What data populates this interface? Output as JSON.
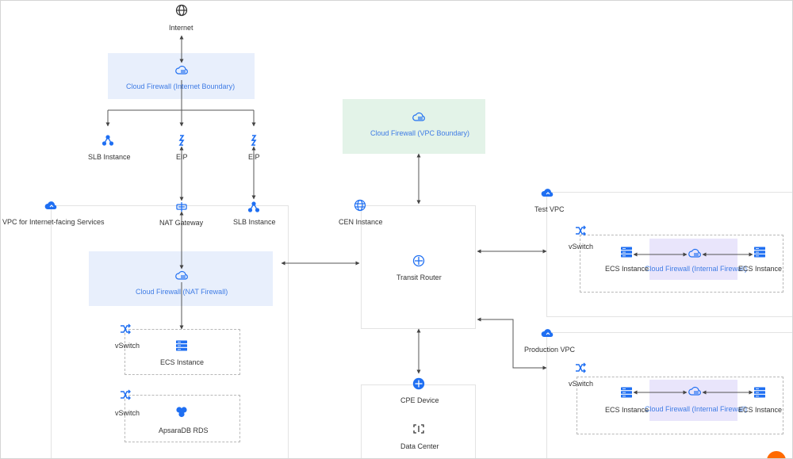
{
  "internet": {
    "label": "Internet",
    "icon": "globe-icon"
  },
  "firewalls": {
    "internet_boundary": "Cloud Firewall (Internet Boundary)",
    "vpc_boundary": "Cloud Firewall (VPC Boundary)",
    "nat": "Cloud Firewall (NAT Firewall)",
    "internal_test": "Cloud Firewall (Internal Firewall)",
    "internal_prod": "Cloud Firewall (Internal Firewall)"
  },
  "edge": {
    "slb_left": "SLB Instance",
    "eip_1": "EIP",
    "eip_2": "EIP"
  },
  "internet_vpc": {
    "title": "VPC for Internet-facing Services",
    "nat_gateway": "NAT Gateway",
    "slb": "SLB Instance",
    "vswitch_1": {
      "label": "vSwitch",
      "instance": "ECS Instance"
    },
    "vswitch_2": {
      "label": "vSwitch",
      "instance": "ApsaraDB RDS"
    }
  },
  "cen": {
    "title": "CEN Instance",
    "transit_router": "Transit Router"
  },
  "datacenter": {
    "cpe": "CPE Device",
    "title": "Data Center"
  },
  "test_vpc": {
    "title": "Test VPC",
    "vswitch": "vSwitch",
    "ecs_left": "ECS Instance",
    "ecs_right": "ECS Instance"
  },
  "prod_vpc": {
    "title": "Production VPC",
    "vswitch": "vSwitch",
    "ecs_left": "ECS Instance",
    "ecs_right": "ECS Instance"
  },
  "colors": {
    "accent": "#1f6ff2",
    "firewall_text": "#3f7ce5",
    "line": "#444444",
    "badge": "#ff6a00"
  }
}
